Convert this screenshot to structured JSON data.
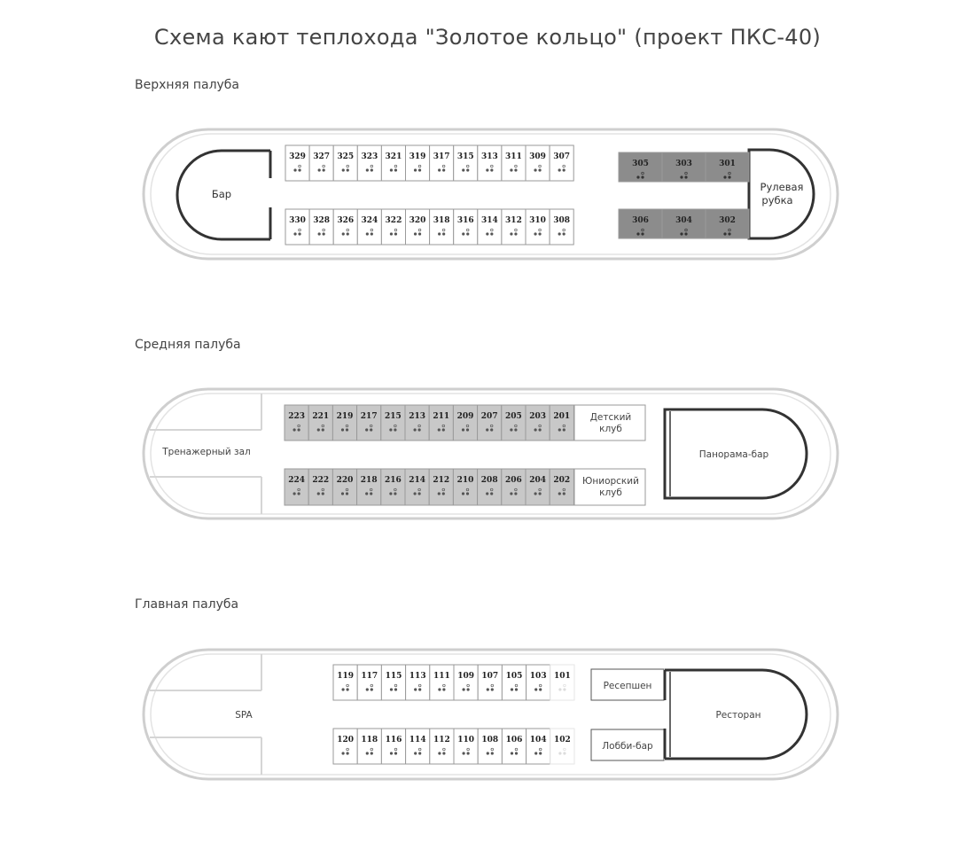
{
  "title": "Схема кают теплохода \"Золотое кольцо\" (проект ПКС-40)",
  "colors": {
    "outline": "#cfcfcf",
    "wall": "#333333",
    "cabin_white": "#ffffff",
    "cabin_mid": "#c8c8c8",
    "cabin_dark": "#8c8c8c",
    "cabin_border": "#9a9a9a"
  },
  "decks": {
    "upper": {
      "label": "Верхняя палуба",
      "rooms": {
        "bar": "Бар",
        "wheelhouse_l1": "Рулевая",
        "wheelhouse_l2": "рубка"
      },
      "cabins_top": [
        "329",
        "327",
        "325",
        "323",
        "321",
        "319",
        "317",
        "315",
        "313",
        "311",
        "309",
        "307"
      ],
      "cabins_bottom": [
        "330",
        "328",
        "326",
        "324",
        "322",
        "320",
        "318",
        "316",
        "314",
        "312",
        "310",
        "308"
      ],
      "lux_top": [
        "305",
        "303",
        "301"
      ],
      "lux_bottom": [
        "306",
        "304",
        "302"
      ]
    },
    "middle": {
      "label": "Средняя палуба",
      "rooms": {
        "gym": "Тренажерный зал",
        "kids_l1": "Детский",
        "kids_l2": "клуб",
        "junior_l1": "Юниорский",
        "junior_l2": "клуб",
        "panorama": "Панорама-бар"
      },
      "cabins_top": [
        "223",
        "221",
        "219",
        "217",
        "215",
        "213",
        "211",
        "209",
        "207",
        "205",
        "203",
        "201"
      ],
      "cabins_bottom": [
        "224",
        "222",
        "220",
        "218",
        "216",
        "214",
        "212",
        "210",
        "208",
        "206",
        "204",
        "202"
      ]
    },
    "main": {
      "label": "Главная палуба",
      "rooms": {
        "spa": "SPA",
        "reception": "Ресепшен",
        "lobby": "Лобби-бар",
        "restaurant": "Ресторан"
      },
      "cabins_top": [
        "119",
        "117",
        "115",
        "113",
        "111",
        "109",
        "107",
        "105",
        "103",
        "101"
      ],
      "cabins_bottom": [
        "120",
        "118",
        "116",
        "114",
        "112",
        "110",
        "108",
        "106",
        "104",
        "102"
      ]
    }
  }
}
